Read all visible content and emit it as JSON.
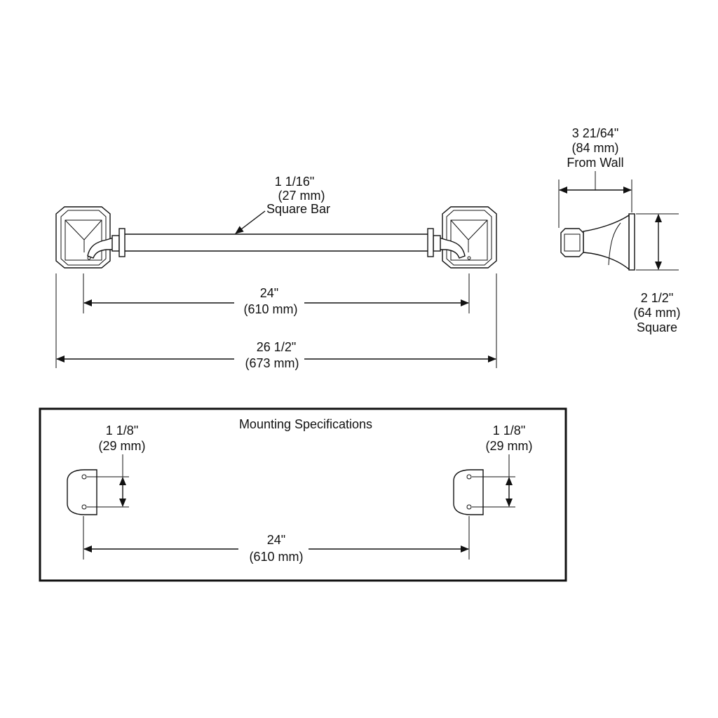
{
  "bar_diameter": {
    "in": "1 1/16\"",
    "mm": "(27 mm)",
    "note": "Square Bar"
  },
  "projection": {
    "in": "3 21/64\"",
    "mm": "(84 mm)",
    "note": "From Wall"
  },
  "flange_size": {
    "in": "2 1/2\"",
    "mm": "(64 mm)",
    "note": "Square"
  },
  "bar_length": {
    "in": "24\"",
    "mm": "(610 mm)"
  },
  "overall_length": {
    "in": "26 1/2\"",
    "mm": "(673 mm)"
  },
  "mounting": {
    "title": "Mounting Specifications",
    "left_hole_spacing": {
      "in": "1 1/8\"",
      "mm": "(29 mm)"
    },
    "right_hole_spacing": {
      "in": "1 1/8\"",
      "mm": "(29 mm)"
    },
    "center_distance": {
      "in": "24\"",
      "mm": "(610 mm)"
    }
  }
}
